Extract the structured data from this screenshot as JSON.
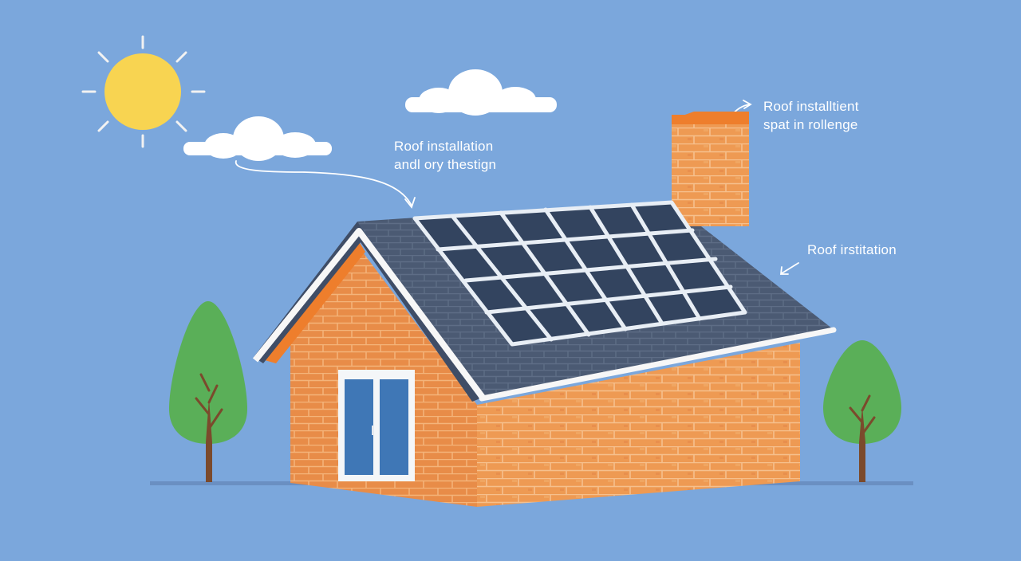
{
  "labels": {
    "roof_installation": {
      "line1": "Roof installation",
      "line2": "andl ory thestign"
    },
    "roof_installtient": {
      "line1": "Roof installtient",
      "line2": "spat in rollenge"
    },
    "roof_irstitation": {
      "line1": "Roof irstitation"
    }
  },
  "colors": {
    "sky": "#7ba7dc",
    "sun": "#f8d451",
    "brick": "#ee9a53",
    "brick_mortar": "#f6c08d",
    "roof": "#4b5a73",
    "roof_trim": "#f7f7f7",
    "gable_trim": "#ee7e2c",
    "window_glass": "#3f77b6",
    "solar_frame": "#e8eef5",
    "solar_cell": "#33445f",
    "tree_leaf": "#5aaf58",
    "tree_trunk": "#7b4a2c",
    "ground": "#6a8fc2"
  },
  "icons": [
    "sun-icon",
    "cloud-icon",
    "arrow-icon",
    "tree-icon",
    "house-icon",
    "solar-panel-icon",
    "chimney-icon"
  ]
}
